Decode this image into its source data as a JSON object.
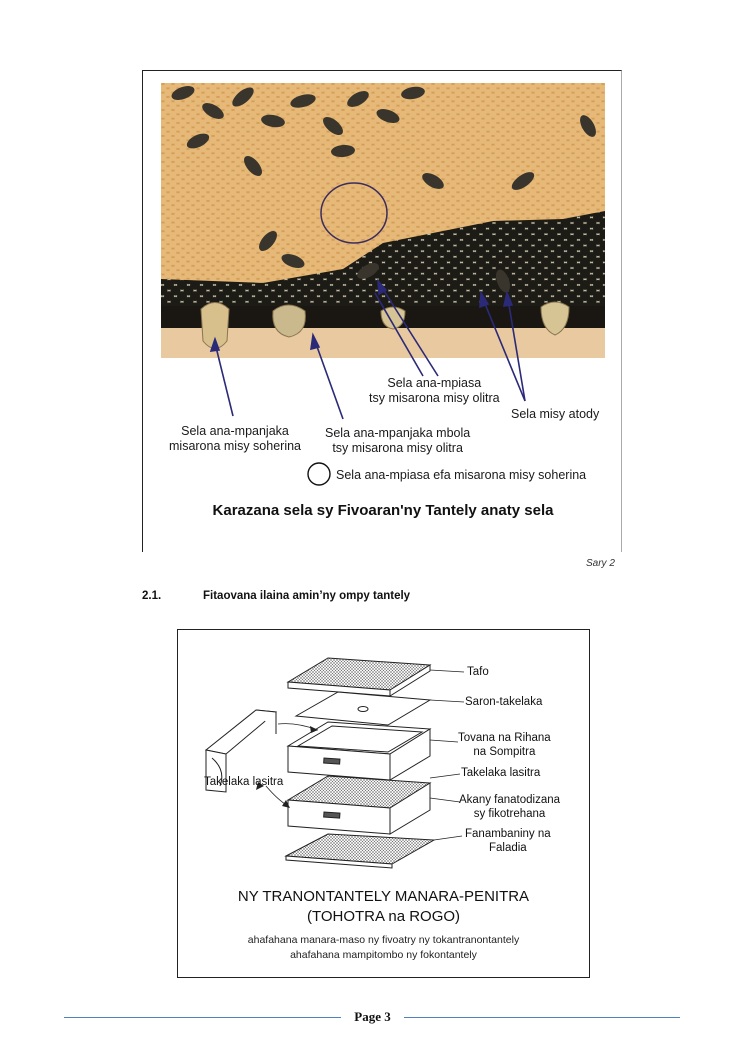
{
  "figure1": {
    "labels": {
      "queen_capped": [
        "Sela ana-mpanjaka",
        "misarona misy soherina"
      ],
      "queen_open": [
        "Sela ana-mpanjaka mbola",
        "tsy misarona misy olitra"
      ],
      "worker_open": [
        "Sela ana-mpiasa",
        "tsy misarona misy olitra"
      ],
      "eggs": "Sela misy atody",
      "worker_capped": "Sela ana-mpiasa efa misarona misy soherina"
    },
    "title": "Karazana sela sy Fivoaran'ny Tantely anaty sela",
    "caption": "Sary 2"
  },
  "section": {
    "number": "2.1.",
    "title": "Fitaovana ilaina amin’ny ompy tantely"
  },
  "figure2": {
    "labels": {
      "tafo": "Tafo",
      "saron": "Saron-takelaka",
      "tovana": [
        "Tovana na Rihana",
        "na Sompitra"
      ],
      "takelaka_right": "Takelaka lasitra",
      "akany": [
        "Akany fanatodizana",
        "sy fikotrehana"
      ],
      "fanambaniny": [
        "Fanambaniny na",
        "Faladia"
      ],
      "takelaka_left": "Takelaka lasitra"
    },
    "title_line1": "NY TRANONTANTELY MANARA-PENITRA",
    "title_line2": "(TOHOTRA na ROGO)",
    "subtitle_line1": "ahafahana manara-maso ny fivoatry ny tokantranontantely",
    "subtitle_line2": "ahafahana mampitombo ny fokontantely"
  },
  "footer": {
    "page_label": "Page 3"
  },
  "colors": {
    "comb": "#d9a865",
    "arrow": "#2b2a78",
    "rule": "#4f81bd"
  }
}
